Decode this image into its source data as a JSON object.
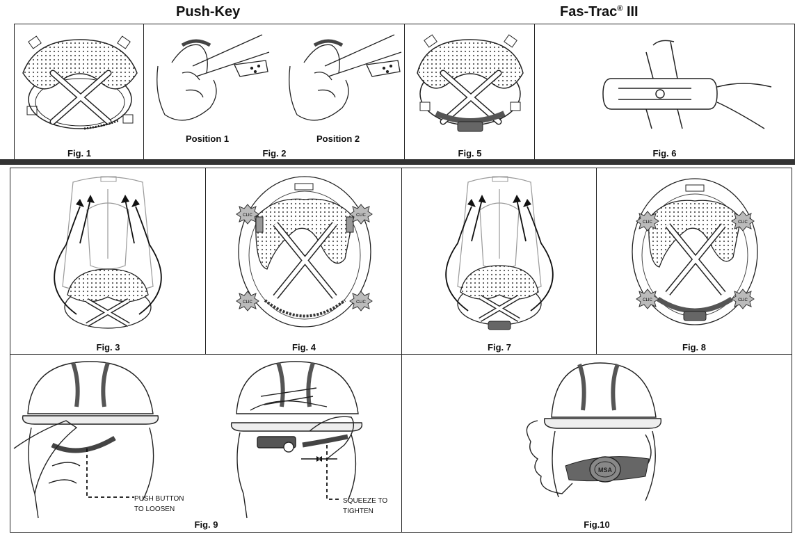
{
  "headings": {
    "push_key": "Push-Key",
    "fas_trac": "Fas-Trac",
    "fas_trac_reg": "®",
    "fas_trac_suffix": "III"
  },
  "figures": {
    "fig1": "Fig. 1",
    "fig2": "Fig. 2",
    "fig3": "Fig. 3",
    "fig4": "Fig. 4",
    "fig5": "Fig. 5",
    "fig6": "Fig. 6",
    "fig7": "Fig. 7",
    "fig8": "Fig. 8",
    "fig9": "Fig. 9",
    "fig10": "Fig.10"
  },
  "fig2_labels": {
    "position1": "Position 1",
    "position2": "Position 2"
  },
  "fig9_notes": {
    "push_line1": "PUSH BUTTON",
    "push_line2": "TO LOOSEN",
    "squeeze_line1": "SQUEEZE TO",
    "squeeze_line2": "TIGHTEN"
  },
  "badge_text": "CLIC",
  "logo_text": "MSA",
  "colors": {
    "line": "#222222",
    "dots": "#555555",
    "dark_part": "#666666"
  }
}
